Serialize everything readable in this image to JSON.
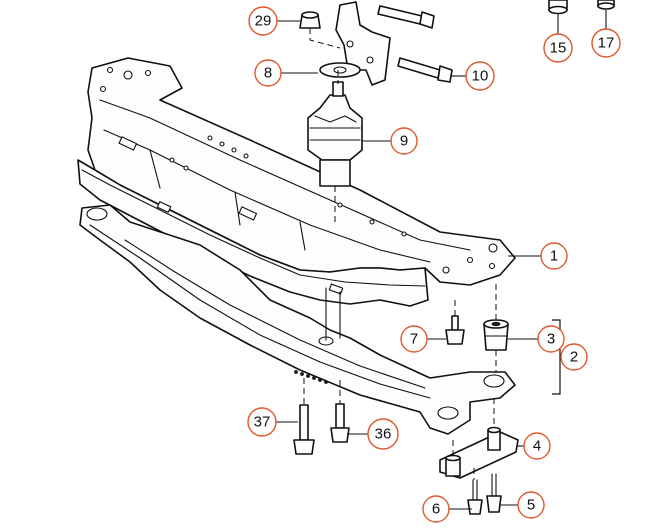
{
  "diagram": {
    "callouts": {
      "c1": "1",
      "c2": "2",
      "c3": "3",
      "c4": "4",
      "c5": "5",
      "c6": "6",
      "c7": "7",
      "c8": "8",
      "c9": "9",
      "c10": "10",
      "c15": "15",
      "c17": "17",
      "c29": "29",
      "c36": "36",
      "c37": "37"
    }
  }
}
